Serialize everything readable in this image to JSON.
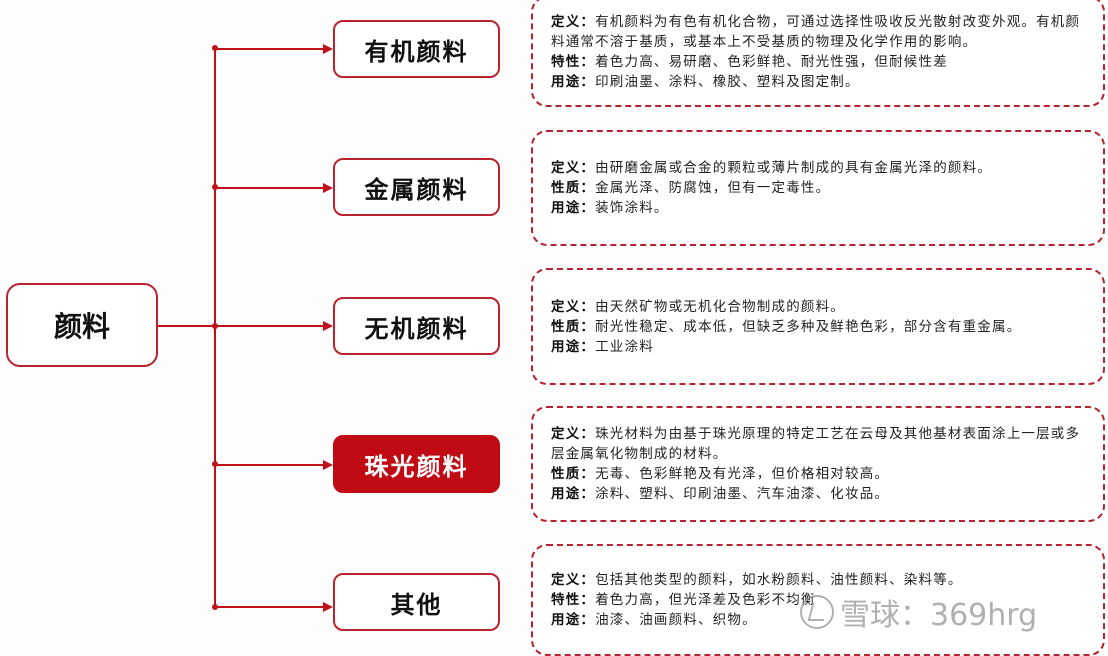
{
  "root": {
    "label": "颜料"
  },
  "colors": {
    "accent": "#c00a14",
    "line": "#c0101c",
    "border": "#b8232e",
    "dashed_border": "#b52230"
  },
  "categories": [
    {
      "label": "有机颜料",
      "highlighted": false,
      "details": [
        {
          "label": "定义：",
          "text": "有机颜料为有色有机化合物，可通过选择性吸收反光散射改变外观。有机颜料通常不溶于基质，或基本上不受基质的物理及化学作用的影响。"
        },
        {
          "label": "特性：",
          "text": "着色力高、易研磨、色彩鲜艳、耐光性强，但耐候性差"
        },
        {
          "label": "用途：",
          "text": "印刷油墨、涂料、橡胶、塑料及图定制。"
        }
      ]
    },
    {
      "label": "金属颜料",
      "highlighted": false,
      "details": [
        {
          "label": "定义：",
          "text": "由研磨金属或合金的颗粒或薄片制成的具有金属光泽的颜料。"
        },
        {
          "label": "性质：",
          "text": "金属光泽、防腐蚀，但有一定毒性。"
        },
        {
          "label": "用途：",
          "text": "装饰涂料。"
        }
      ]
    },
    {
      "label": "无机颜料",
      "highlighted": false,
      "details": [
        {
          "label": "定义：",
          "text": "由天然矿物或无机化合物制成的颜料。"
        },
        {
          "label": "性质：",
          "text": "耐光性稳定、成本低，但缺乏多种及鲜艳色彩，部分含有重金属。"
        },
        {
          "label": "用途：",
          "text": "工业涂料"
        }
      ]
    },
    {
      "label": "珠光颜料",
      "highlighted": true,
      "details": [
        {
          "label": "定义：",
          "text": "珠光材料为由基于珠光原理的特定工艺在云母及其他基材表面涂上一层或多层金属氧化物制成的材料。"
        },
        {
          "label": "性质：",
          "text": "无毒、色彩鲜艳及有光泽，但价格相对较高。"
        },
        {
          "label": "用途：",
          "text": "涂料、塑料、印刷油墨、汽车油漆、化妆品。"
        }
      ]
    },
    {
      "label": "其他",
      "highlighted": false,
      "details": [
        {
          "label": "定义：",
          "text": "包括其他类型的颜料，如水粉颜料、油性颜料、染料等。"
        },
        {
          "label": "特性：",
          "text": "着色力高，但光泽差及色彩不均衡"
        },
        {
          "label": "用途：",
          "text": "油漆、油画颜料、织物。"
        }
      ]
    }
  ],
  "watermark": {
    "text": "雪球：369hrg"
  }
}
